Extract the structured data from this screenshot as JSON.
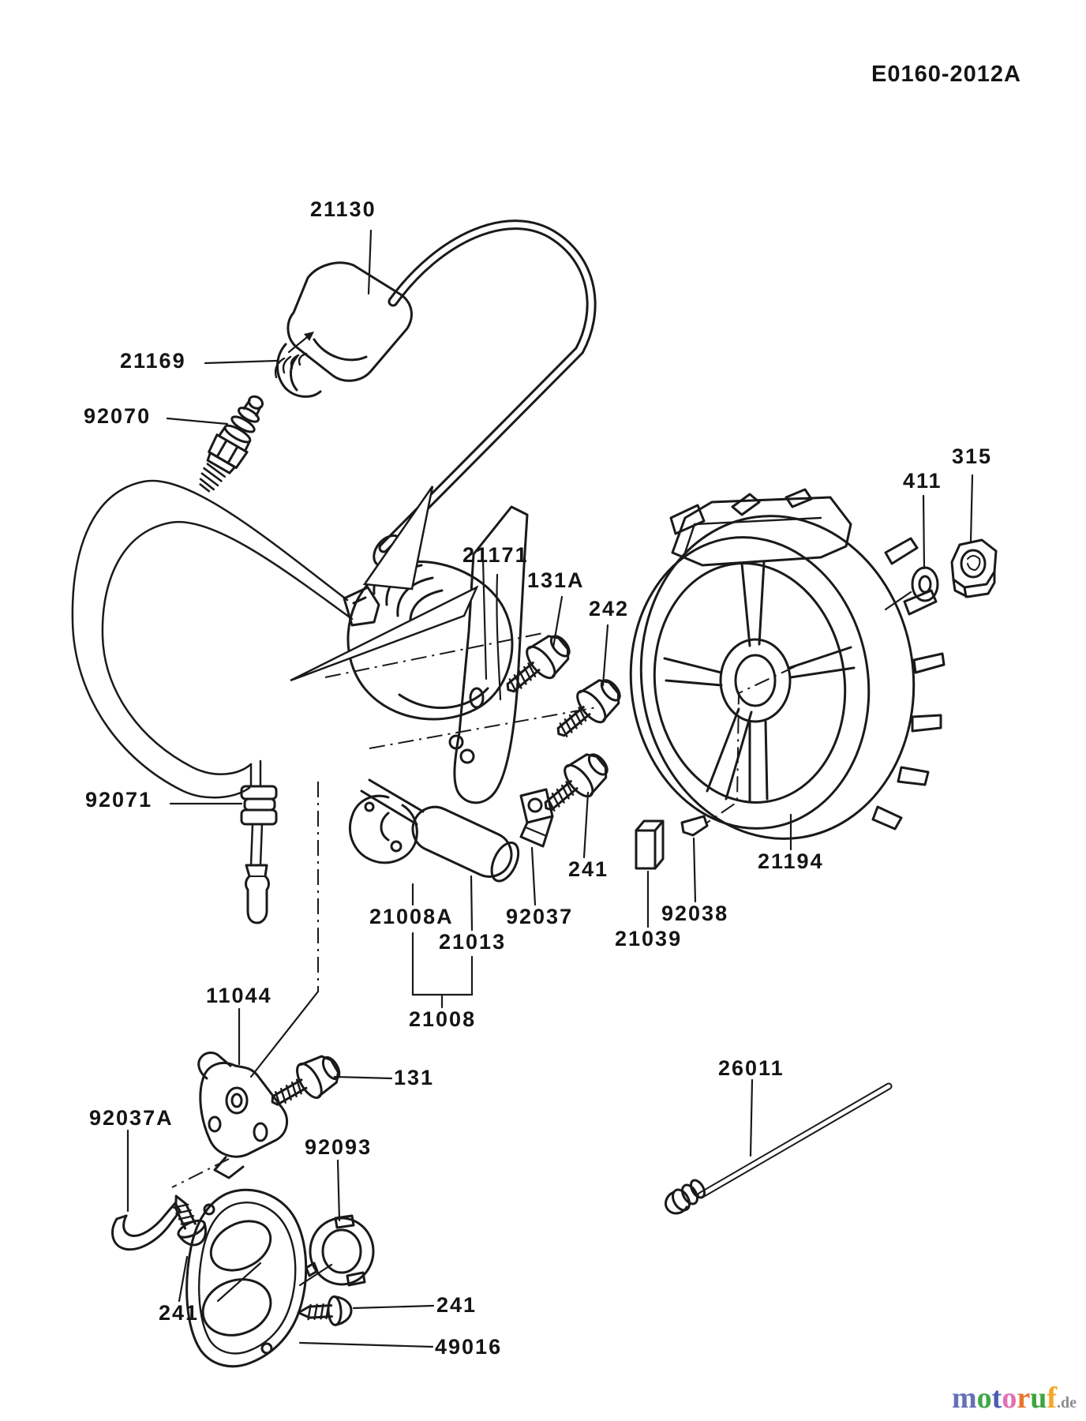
{
  "diagram_code": "E0160-2012A",
  "labels": {
    "p21130": "21130",
    "p21169": "21169",
    "p92070": "92070",
    "p21171": "21171",
    "p131A": "131A",
    "p242": "242",
    "p411": "411",
    "p315": "315",
    "p92071": "92071",
    "p241_mid": "241",
    "p21194": "21194",
    "p21008A": "21008A",
    "p21013": "21013",
    "p92037": "92037",
    "p92038": "92038",
    "p21039": "21039",
    "p21008": "21008",
    "p11044": "11044",
    "p131": "131",
    "p92037A": "92037A",
    "p92093": "92093",
    "p26011": "26011",
    "p241_left": "241",
    "p241_right": "241",
    "p49016": "49016"
  },
  "watermark": {
    "word": "motoruf",
    "suffix": ".de",
    "letters": [
      {
        "ch": "m",
        "color": "#6470b8"
      },
      {
        "ch": "o",
        "color": "#3fa648"
      },
      {
        "ch": "t",
        "color": "#4c5cb0"
      },
      {
        "ch": "o",
        "color": "#e46db2"
      },
      {
        "ch": "r",
        "color": "#e8742e"
      },
      {
        "ch": "u",
        "color": "#3da43d"
      },
      {
        "ch": "f",
        "color": "#f5a623"
      }
    ]
  }
}
